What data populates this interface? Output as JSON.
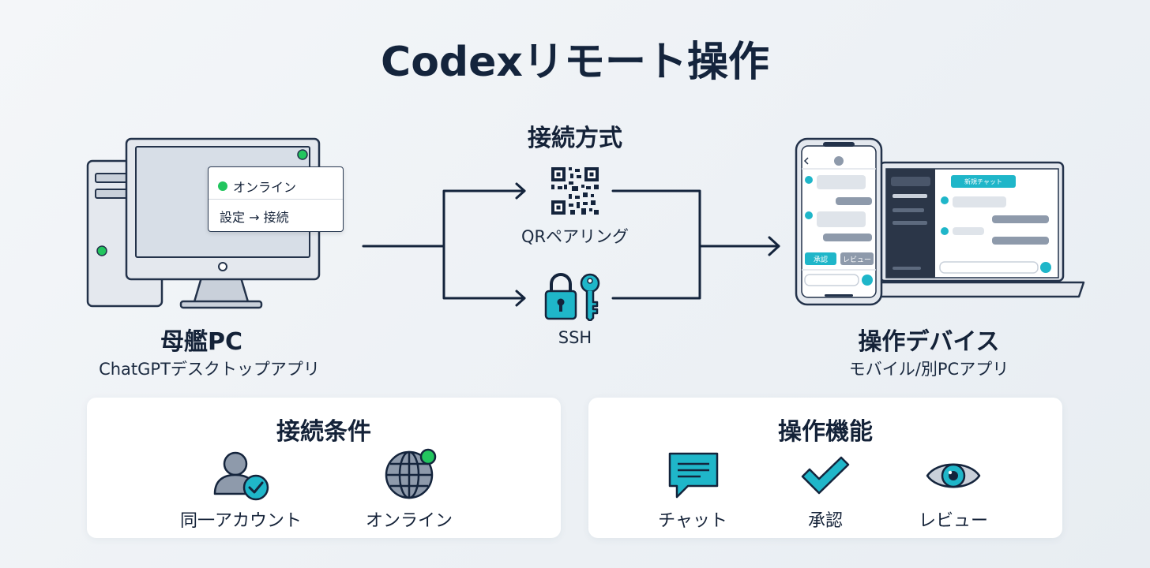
{
  "title": "Codexリモート操作",
  "host": {
    "name": "母艦PC",
    "subtitle": "ChatGPTデスクトップアプリ",
    "popup": {
      "status": "オンライン",
      "action": "設定 → 接続"
    }
  },
  "connection": {
    "title": "接続方式",
    "methods": [
      {
        "label": "QRペアリング",
        "icon": "qr-code-icon"
      },
      {
        "label": "SSH",
        "icon": "lock-key-icon"
      }
    ]
  },
  "device": {
    "name": "操作デバイス",
    "subtitle": "モバイル/別PCアプリ",
    "laptop_button": "新規チャット",
    "approve_button": "承認",
    "review_button": "レビュー"
  },
  "requirements": {
    "title": "接続条件",
    "items": [
      {
        "label": "同一アカウント",
        "icon": "user-check-icon"
      },
      {
        "label": "オンライン",
        "icon": "globe-online-icon"
      }
    ]
  },
  "features": {
    "title": "操作機能",
    "items": [
      {
        "label": "チャット",
        "icon": "chat-icon"
      },
      {
        "label": "承認",
        "icon": "checkmark-icon"
      },
      {
        "label": "レビュー",
        "icon": "eye-icon"
      }
    ]
  },
  "colors": {
    "accent": "#1fb6c9",
    "navy": "#14243c",
    "online": "#22c55e"
  }
}
